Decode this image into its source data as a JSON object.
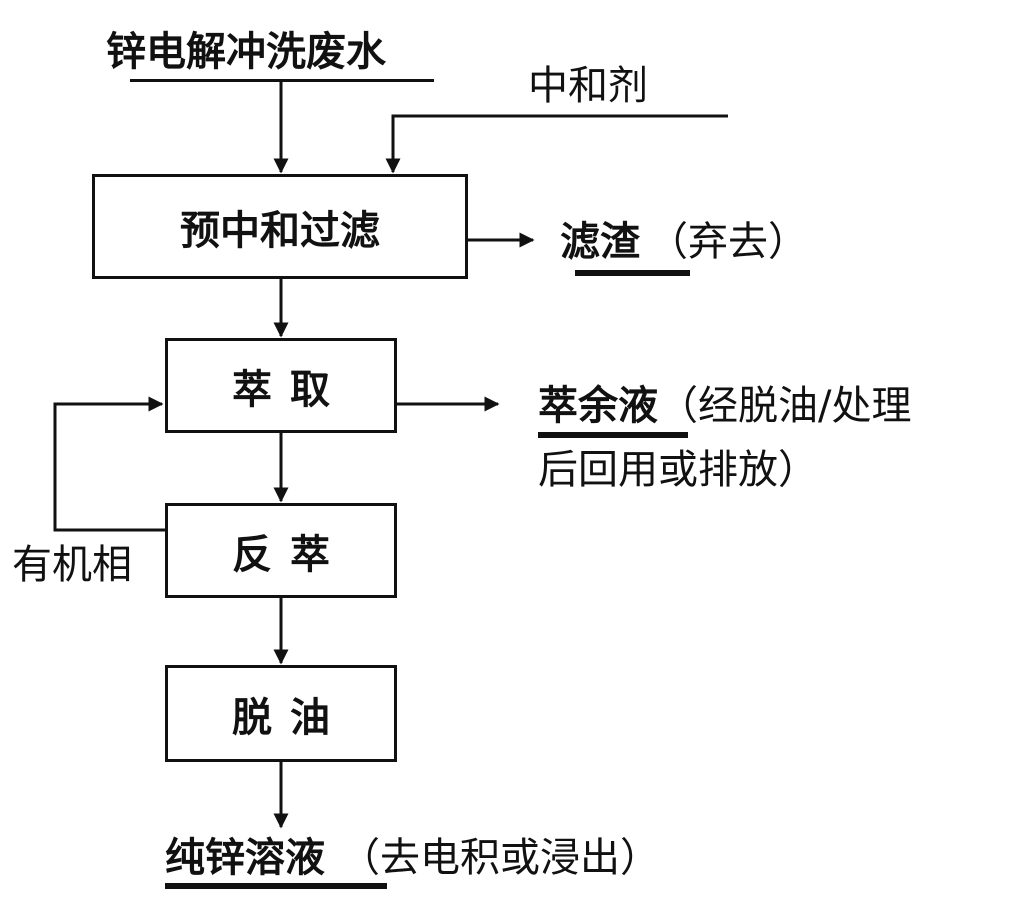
{
  "inputs": {
    "wastewater": "锌电解冲洗废水",
    "neutralizer": "中和剂"
  },
  "steps": {
    "prefilter": "预中和过滤",
    "extraction": "萃取",
    "strip": "反萃",
    "deoil": "脱油"
  },
  "outputs": {
    "residue": "滤渣",
    "residue_note": "（弃去）",
    "raffinate": "萃余液",
    "raffinate_note_1": "（经脱油/处理",
    "raffinate_note_2": "后回用或排放）",
    "organic_phase": "有机相",
    "product": "纯锌溶液",
    "product_note": "（去电积或浸出）"
  }
}
